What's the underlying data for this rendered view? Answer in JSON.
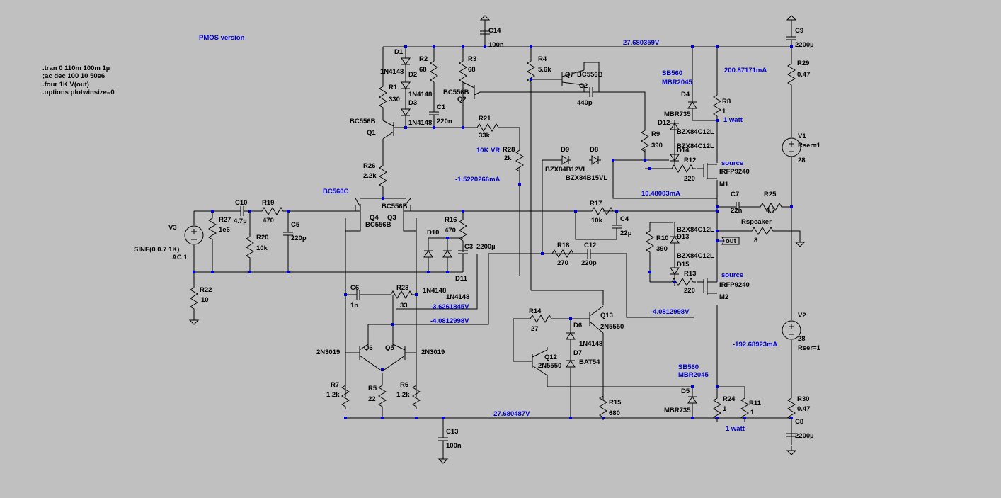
{
  "title": "PMOS version",
  "directives": [
    ".tran 0 110m 100m 1µ",
    ";ac dec 100 10 50e6",
    ".four 1K V(out)",
    ".options plotwinsize=0"
  ],
  "components": {
    "C14": "C14",
    "C14v": "100n",
    "C9": "C9",
    "C9v": "2200µ",
    "D1": "D1",
    "D1v": "1N4148",
    "D2": "D2",
    "D2v": "1N4148",
    "D3": "D3",
    "D3v": "1N4148",
    "R1": "R1",
    "R1v": "330",
    "R2": "R2",
    "R2v": "68",
    "R3": "R3",
    "R3v": "68",
    "C1": "C1",
    "C1v": "220n",
    "Q2": "Q2",
    "Q2v": "BC556B",
    "R21": "R21",
    "R21v": "33k",
    "R4": "R4",
    "R4v": "5.6k",
    "Q7": "Q7",
    "Q7v": "BC556B",
    "C2": "C2",
    "C2v": "440p",
    "Q1": "Q1",
    "Q1v": "BC556B",
    "R26": "R26",
    "R26v": "2.2k",
    "vr": "10K VR",
    "R28": "R28",
    "R28v": "2k",
    "D9": "D9",
    "D9v": "BZX84B12VL",
    "D8": "D8",
    "D8v": "BZX84B15VL",
    "R9": "R9",
    "R9v": "390",
    "D12": "D12",
    "D12v": "BZX84C12L",
    "D14": "D14",
    "D14v": "BZX84C12L",
    "R12": "R12",
    "R12v": "220",
    "M1": "M1",
    "M1v": "IRFP9240",
    "src1": "source",
    "D4": "D4",
    "D4v": "MBR735",
    "sb1": "SB560",
    "mbr1": "MBR2045",
    "R8": "R8",
    "R8v": "1",
    "watt1": "1 watt",
    "R29": "R29",
    "R29v": "0.47",
    "V1": "V1",
    "V1r": "Rser=1",
    "V1v": "28",
    "C7": "C7",
    "C7v": "22n",
    "R25": "R25",
    "R25v": "4.7",
    "BC560C": "BC560C",
    "Q4": "Q4",
    "Q4v": "BC556B",
    "Q3": "Q3",
    "Q3v": "BC556B",
    "V3": "V3",
    "V3v": "SINE(0 0.7 1K)",
    "V3a": "AC 1",
    "R27": "R27",
    "R27v": "1e6",
    "C10": "C10",
    "C10v": "4.7µ",
    "R19": "R19",
    "R19v": "470",
    "C5": "C5",
    "C5v": "220p",
    "R20": "R20",
    "R20v": "10k",
    "R22": "R22",
    "R22v": "10",
    "R16": "R16",
    "R16v": "470",
    "D10": "D10",
    "C3": "C3",
    "C3v": "2200µ",
    "D11": "D11",
    "R17": "R17",
    "R17v": "10k",
    "C4": "C4",
    "C4v": "22p",
    "R10": "R10",
    "R10v": "390",
    "D13": "D13",
    "D13v": "BZX84C12L",
    "D15": "D15",
    "D15v": "BZX84C12L",
    "Rspeaker": "Rspeaker",
    "Rspeakerv": "8",
    "out": "out",
    "R18": "R18",
    "R18v": "270",
    "C12": "C12",
    "C12v": "220p",
    "R13": "R13",
    "R13v": "220",
    "M2": "M2",
    "M2v": "IRFP9240",
    "src2": "source",
    "C6": "C6",
    "C6v": "1n",
    "R23": "R23",
    "R23v": "33",
    "n1": "1N4148",
    "n2": "1N4148",
    "R14": "R14",
    "R14v": "27",
    "Q13": "Q13",
    "Q13v": "2N5550",
    "D6": "D6",
    "D6v": "1N4148",
    "Q12": "Q12",
    "Q12v": "2N5550",
    "D7": "D7",
    "D7v": "BAT54",
    "Q6": "Q6",
    "Q6v": "2N3019",
    "Q5": "Q5",
    "Q5v": "2N3019",
    "R7": "R7",
    "R7v": "1.2k",
    "R5": "R5",
    "R5v": "22",
    "R6": "R6",
    "R6v": "1.2k",
    "R15": "R15",
    "R15v": "680",
    "C13": "C13",
    "C13v": "100n",
    "D5": "D5",
    "D5v": "MBR735",
    "sb2": "SB560",
    "mbr2": "MBR2045",
    "R24": "R24",
    "R24v": "1",
    "R11": "R11",
    "R11v": "1",
    "watt2": "1 watt",
    "V2": "V2",
    "V2v": "28",
    "V2r": "Rser=1",
    "R30": "R30",
    "R30v": "0.47",
    "C8": "C8",
    "C8v": "2200µ"
  },
  "annotations": {
    "vtop": "27.680359V",
    "i1": "200.87171mA",
    "i2": "-1.5220266mA",
    "i3": "10.48003mA",
    "v1": "-3.6261845V",
    "v2": "-4.0812998V",
    "v3": "-4.0812998V",
    "i4": "-192.68923mA",
    "vbot": "-27.680487V"
  },
  "colors": {
    "background": "#c0c0c0",
    "wire": "#000000",
    "label": "#0000cd"
  }
}
